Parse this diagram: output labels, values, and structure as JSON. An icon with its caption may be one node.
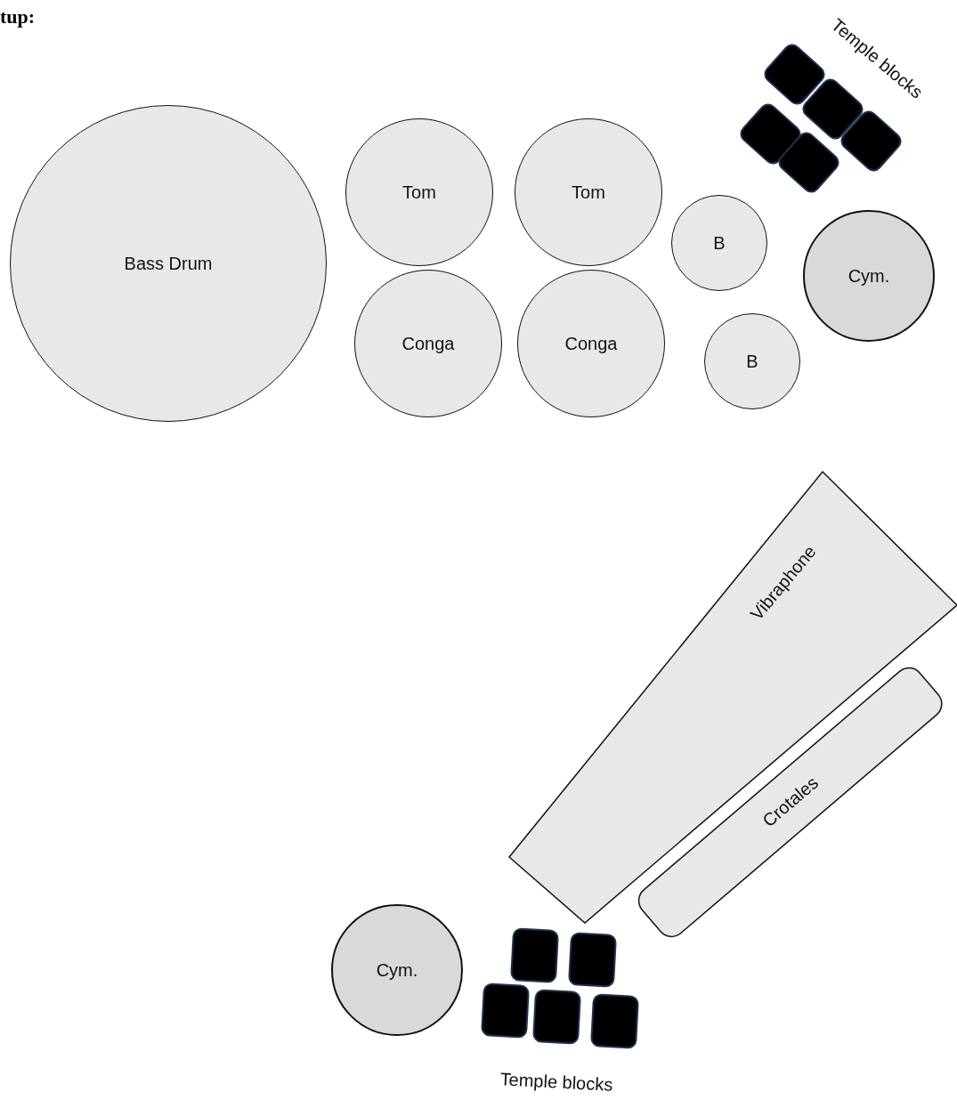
{
  "diagram": {
    "nodes": [
      {
        "text": [
          "Bass Drum"
        ]
      },
      {
        "text": [
          "Tom"
        ]
      },
      {
        "text": [
          "Tom"
        ]
      },
      {
        "text": [
          "Conga"
        ]
      },
      {
        "text": [
          "Conga"
        ]
      },
      {
        "text": [
          "B"
        ]
      },
      {
        "text": [
          "B"
        ]
      },
      {
        "text": [
          "Cym."
        ]
      },
      {
        "text": [
          "Temple blocks"
        ]
      },
      {
        "text": [
          "Vibraphone"
        ]
      },
      {
        "text": [
          "Crotales"
        ]
      },
      {
        "text": [
          "Cym."
        ]
      },
      {
        "text": [
          "Temple blocks"
        ]
      }
    ],
    "labels": [
      "tup:"
    ]
  }
}
